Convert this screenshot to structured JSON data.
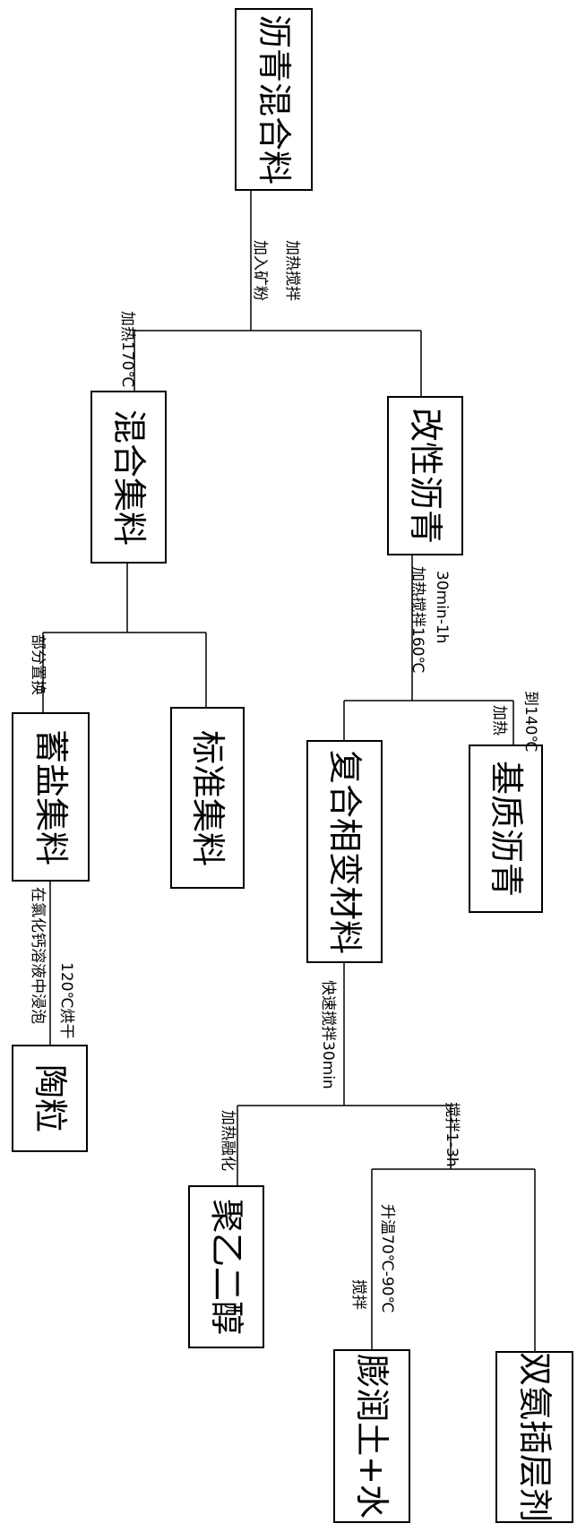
{
  "nodes": {
    "asphalt_mixture": "沥青混合料",
    "mixed_aggregate": "混合集料",
    "modified_asphalt": "改性沥青",
    "salt_storage_aggregate": "蓄盐集料",
    "standard_aggregate": "标准集料",
    "composite_pcm": "复合相变材料",
    "base_asphalt": "基质沥青",
    "ceramsite": "陶粒",
    "peg": "聚乙二醇",
    "bentonite_water": "膨润土+水",
    "double_ammonium_intercalant": "双氨插层剂"
  },
  "labels": {
    "add_mineral_powder": "加入矿粉",
    "heat_stir": "加热搅拌",
    "heat_170": "加热170℃",
    "heat_stir_160": "加热搅拌160℃",
    "time_30_1h": "30min-1h",
    "partial_replace": "部分置换",
    "heat_a": "加热",
    "to_140": "到140℃",
    "soak_cacl2": "在氯化钙溶液中浸泡",
    "dry_120": "120℃烘干",
    "fast_stir_30": "快速搅拌30min",
    "heat_melt": "加热融化",
    "stir_1_3h": "搅拌1-3h",
    "stir": "搅拌",
    "warm_70_90": "升温70℃-90℃"
  }
}
